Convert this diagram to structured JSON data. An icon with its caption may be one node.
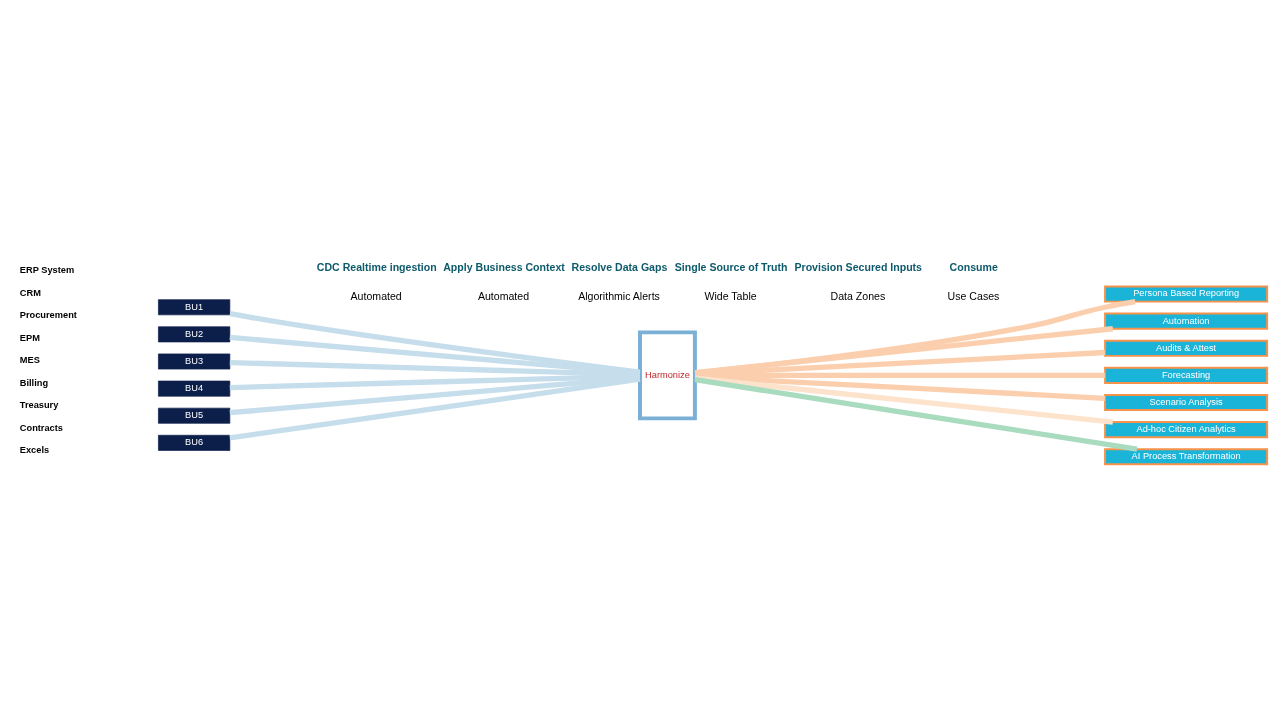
{
  "diagram": {
    "nodes": [
      {
        "text": [
          "BU1"
        ]
      },
      {
        "text": [
          "BU2"
        ]
      },
      {
        "text": [
          "BU3"
        ]
      },
      {
        "text": [
          "BU4"
        ]
      },
      {
        "text": [
          "BU5"
        ]
      },
      {
        "text": [
          "BU6"
        ]
      },
      {
        "text": [
          "Harmonize"
        ]
      },
      {
        "text": [
          "Persona Based Reporting"
        ]
      },
      {
        "text": [
          "Automation"
        ]
      },
      {
        "text": [
          "Audits & Attest"
        ]
      },
      {
        "text": [
          "Forecasting"
        ]
      },
      {
        "text": [
          "Scenario Analysis"
        ]
      },
      {
        "text": [
          "Ad-hoc Citizen Analytics"
        ]
      },
      {
        "text": [
          "AI Process Transformation"
        ]
      }
    ],
    "edges": [
      {
        "from": 0,
        "to": 6,
        "arrow": "none",
        "color": "#c6ddec"
      },
      {
        "from": 1,
        "to": 6,
        "arrow": "none",
        "color": "#c6ddec"
      },
      {
        "from": 2,
        "to": 6,
        "arrow": "none",
        "color": "#c6ddec"
      },
      {
        "from": 3,
        "to": 6,
        "arrow": "none",
        "color": "#c6ddec"
      },
      {
        "from": 4,
        "to": 6,
        "arrow": "none",
        "color": "#c6ddec"
      },
      {
        "from": 5,
        "to": 6,
        "arrow": "none",
        "color": "#c6ddec"
      },
      {
        "from": 6,
        "to": 7,
        "arrow": "none",
        "color": "#fbcfae"
      },
      {
        "from": 6,
        "to": 8,
        "arrow": "none",
        "color": "#fbcfae"
      },
      {
        "from": 6,
        "to": 9,
        "arrow": "none",
        "color": "#fbcfae"
      },
      {
        "from": 6,
        "to": 10,
        "arrow": "none",
        "color": "#fbcfae"
      },
      {
        "from": 6,
        "to": 11,
        "arrow": "none",
        "color": "#fbcfae"
      },
      {
        "from": 6,
        "to": 12,
        "arrow": "none",
        "color": "#fde2cc"
      },
      {
        "from": 6,
        "to": 13,
        "arrow": "none",
        "color": "#a9dbbf"
      }
    ],
    "labels": [
      "ERP System",
      "CRM",
      "Procurement",
      "EPM",
      "MES",
      "Billing",
      "Treasury",
      "Contracts",
      "Excels",
      "CDC Realtime ingestion",
      "Apply Business Context",
      "Resolve Data Gaps",
      "Single Source of Truth",
      "Provision Secured Inputs",
      "Consume",
      "Automated",
      "Automated",
      "Algorithmic Alerts",
      "Wide Table",
      "Data Zones",
      "Use Cases"
    ]
  }
}
